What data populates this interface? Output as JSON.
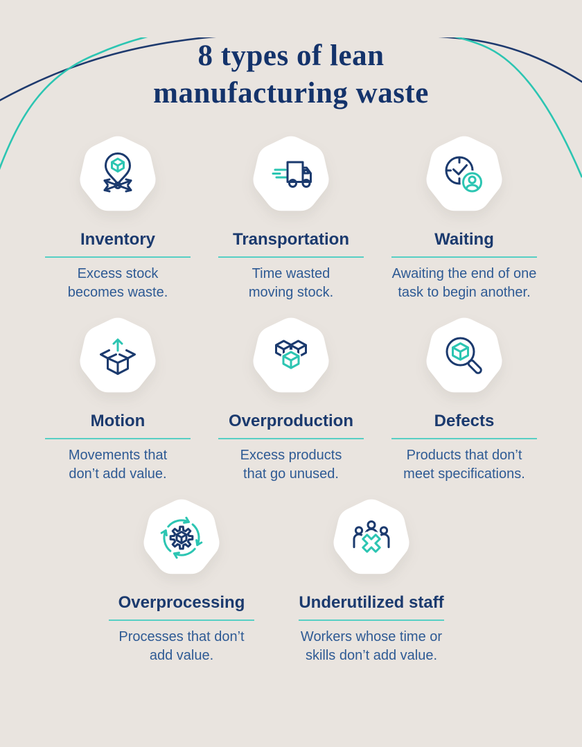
{
  "title": {
    "line1": "8 types of lean",
    "line2": "manufacturing waste"
  },
  "colors": {
    "background": "#e9e4df",
    "title_navy": "#14336b",
    "heading_navy": "#1b3a6e",
    "body_text_blue": "#2e5a94",
    "accent_teal": "#2cc5b2",
    "underline_teal": "#57cfc4",
    "card_blob_white": "#ffffff"
  },
  "cards": [
    {
      "id": "inventory",
      "title": "Inventory",
      "icon": "location-pin-cube-arrows-icon",
      "lines": [
        "Excess stock",
        "becomes waste."
      ]
    },
    {
      "id": "transportation",
      "title": "Transportation",
      "icon": "delivery-truck-icon",
      "lines": [
        "Time wasted",
        "moving stock."
      ]
    },
    {
      "id": "waiting",
      "title": "Waiting",
      "icon": "clock-person-icon",
      "lines": [
        "Awaiting the end of one",
        "task to begin another."
      ]
    },
    {
      "id": "motion",
      "title": "Motion",
      "icon": "open-box-up-arrow-icon",
      "lines": [
        "Movements that",
        "don’t add value."
      ]
    },
    {
      "id": "overproduction",
      "title": "Overproduction",
      "icon": "three-cubes-icon",
      "lines": [
        "Excess products",
        "that go unused."
      ]
    },
    {
      "id": "defects",
      "title": "Defects",
      "icon": "magnifier-cube-icon",
      "lines": [
        "Products that don’t",
        "meet specifications."
      ]
    },
    {
      "id": "overprocessing",
      "title": "Overprocessing",
      "icon": "gear-cycle-arrows-icon",
      "lines": [
        "Processes that don’t",
        "add value."
      ]
    },
    {
      "id": "underutilized-staff",
      "title": "Underutilized staff",
      "icon": "staff-with-cross-icon",
      "lines": [
        "Workers whose time or",
        "skills don’t add value."
      ]
    }
  ]
}
